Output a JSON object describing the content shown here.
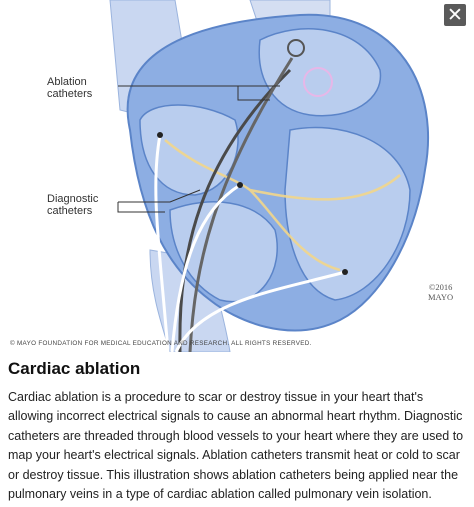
{
  "close_icon_glyph": "✕",
  "figure": {
    "label_ablation": "Ablation catheters",
    "label_diagnostic": "Diagnostic catheters",
    "year_line1": "©2016",
    "year_line2": "MAYO",
    "foundation_text": "© MAYO FOUNDATION FOR MEDICAL EDUCATION AND RESEARCH. ALL RIGHTS RESERVED."
  },
  "caption": {
    "title": "Cardiac ablation",
    "body": "Cardiac ablation is a procedure to scar or destroy tissue in your heart that's allowing incorrect electrical signals to cause an abnormal heart rhythm. Diagnostic catheters are threaded through blood vessels to your heart where they are used to map your heart's electrical signals. Ablation catheters transmit heat or cold to scar or destroy tissue. This illustration shows ablation catheters being applied near the pulmonary veins in a type of cardiac ablation called pulmonary vein isolation."
  },
  "colors": {
    "heart_light": "#b9cdee",
    "heart_mid": "#8daee3",
    "heart_dark": "#5b84c8",
    "vessel": "#c9d7f1",
    "nerve": "#f2d68a",
    "catheter": "#4a4a4a",
    "close_bg": "#5a5a5a"
  }
}
